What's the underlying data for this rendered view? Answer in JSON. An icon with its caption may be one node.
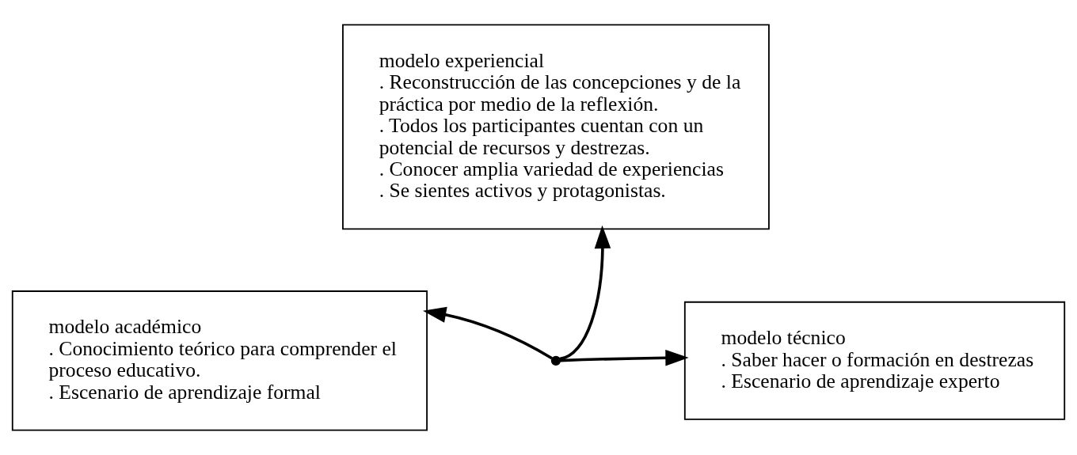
{
  "diagram": {
    "nodes": [
      {
        "text": [
          "modelo experiencial",
          ". Reconstrucción de las concepciones y de la práctica por medio de la reflexión.",
          ". Todos los participantes cuentan con un potencial de recursos y destrezas.",
          ". Conocer amplia variedad de experiencias",
          ". Se sientes activos y protagonistas."
        ]
      },
      {
        "text": [
          "modelo académico",
          ". Conocimiento teórico para comprender el proceso educativo.",
          ". Escenario de aprendizaje formal"
        ]
      },
      {
        "text": [
          "modelo técnico",
          ". Saber hacer o formación en destrezas",
          ". Escenario de aprendizaje experto"
        ]
      },
      {
        "text": [],
        "shape": "point"
      }
    ],
    "edges": [
      {
        "from": 3,
        "to": 0,
        "arrow": "to"
      },
      {
        "from": 3,
        "to": 1,
        "arrow": "to"
      },
      {
        "from": 3,
        "to": 2,
        "arrow": "to"
      }
    ]
  }
}
